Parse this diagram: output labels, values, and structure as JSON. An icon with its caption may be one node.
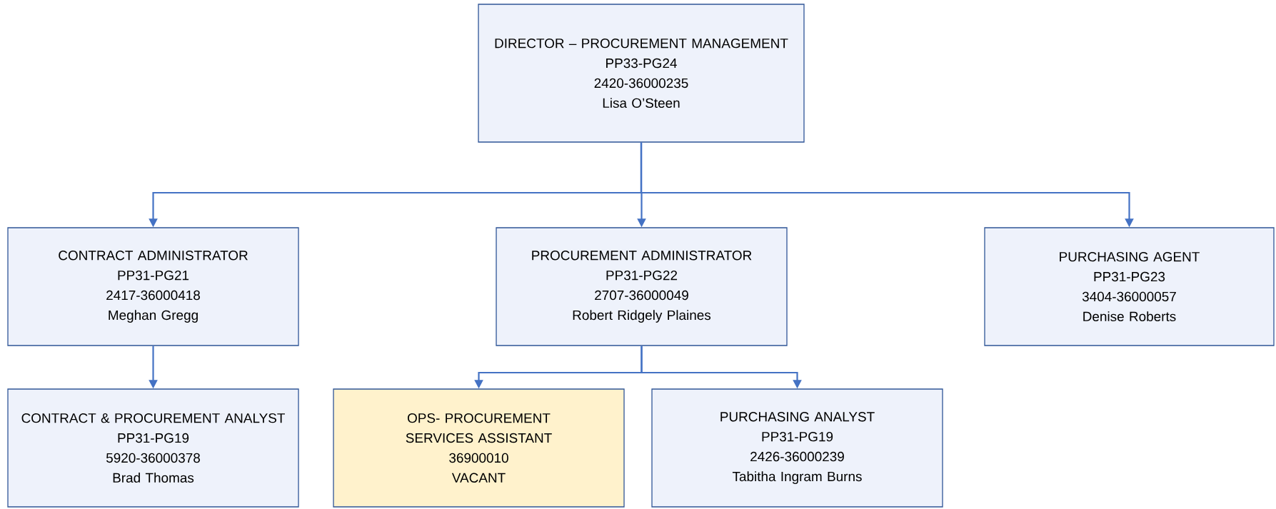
{
  "diagram": {
    "nodes": [
      {
        "text": [
          "DIRECTOR – PROCUREMENT MANAGEMENT",
          "PP33-PG24",
          "2420-36000235",
          "Lisa O’Steen"
        ]
      },
      {
        "text": [
          "CONTRACT ADMINISTRATOR",
          "PP31-PG21",
          "2417-36000418",
          "Meghan Gregg"
        ]
      },
      {
        "text": [
          "PROCUREMENT ADMINISTRATOR",
          "PP31-PG22",
          "2707-36000049",
          "Robert Ridgely Plaines"
        ]
      },
      {
        "text": [
          "PURCHASING AGENT",
          "PP31-PG23",
          "3404-36000057",
          "Denise Roberts"
        ]
      },
      {
        "text": [
          "CONTRACT & PROCUREMENT ANALYST",
          "PP31-PG19",
          "5920-36000378",
          "Brad Thomas"
        ]
      },
      {
        "text": [
          "OPS- PROCUREMENT SERVICES ASSISTANT",
          "36900010",
          "VACANT"
        ]
      },
      {
        "text": [
          "PURCHASING ANALYST",
          "PP31-PG19",
          "2426-36000239",
          "Tabitha Ingram Burns"
        ]
      }
    ],
    "edges": [
      {
        "from": 0,
        "to": 1,
        "arrow": "to"
      },
      {
        "from": 0,
        "to": 2,
        "arrow": "to"
      },
      {
        "from": 0,
        "to": 3,
        "arrow": "to"
      },
      {
        "from": 1,
        "to": 4,
        "arrow": "to"
      },
      {
        "from": 2,
        "to": 5,
        "arrow": "to"
      },
      {
        "from": 2,
        "to": 6,
        "arrow": "to"
      }
    ]
  }
}
